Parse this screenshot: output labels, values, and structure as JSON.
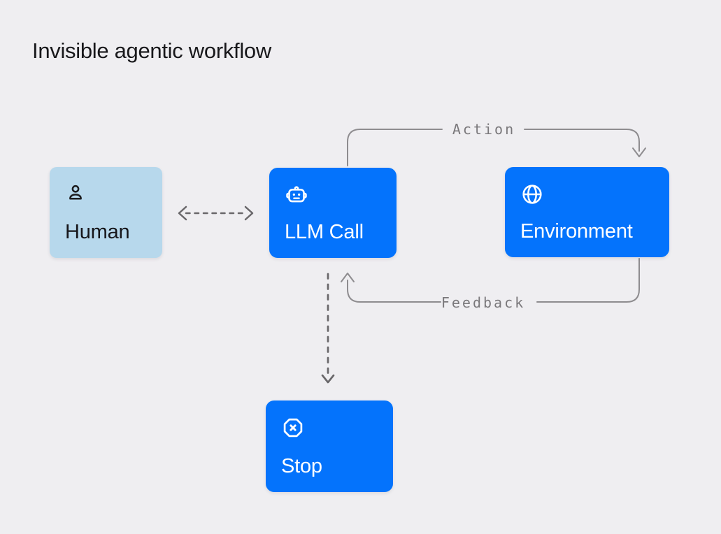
{
  "page": {
    "title": "Invisible agentic workflow",
    "background_color": "#efeef1"
  },
  "diagram": {
    "nodes": [
      {
        "id": "human",
        "label": "Human",
        "icon": "person-icon",
        "fill": "#b7d8ec",
        "text_color": "#16161a"
      },
      {
        "id": "llm-call",
        "label": "LLM Call",
        "icon": "robot-icon",
        "fill": "#0473fc",
        "text_color": "#ffffff"
      },
      {
        "id": "environment",
        "label": "Environment",
        "icon": "globe-icon",
        "fill": "#0473fc",
        "text_color": "#ffffff"
      },
      {
        "id": "stop",
        "label": "Stop",
        "icon": "stop-octagon-icon",
        "fill": "#0473fc",
        "text_color": "#ffffff"
      }
    ],
    "edges": [
      {
        "id": "action",
        "label": "Action",
        "from": "llm-call",
        "to": "environment",
        "style": "solid-curved",
        "color": "#8e8c8f"
      },
      {
        "id": "feedback",
        "label": "Feedback",
        "from": "environment",
        "to": "llm-call",
        "style": "solid-curved",
        "color": "#8e8c8f"
      },
      {
        "id": "human-llm-call",
        "label": "",
        "from": "human",
        "to": "llm-call",
        "style": "dashed-bidirectional",
        "color": "#69676a"
      },
      {
        "id": "llm-call-stop",
        "label": "",
        "from": "llm-call",
        "to": "stop",
        "style": "dashed",
        "color": "#69676a"
      }
    ],
    "edge_label_color": "#7a787b"
  }
}
